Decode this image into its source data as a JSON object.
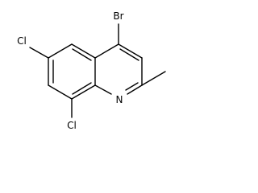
{
  "molecule": {
    "atoms": {
      "bromine": "Br",
      "chlorine_6": "Cl",
      "chlorine_8": "Cl",
      "nitrogen": "N"
    },
    "colors": {
      "bond": "#000000",
      "label": "#000000",
      "background": "#ffffff"
    }
  }
}
